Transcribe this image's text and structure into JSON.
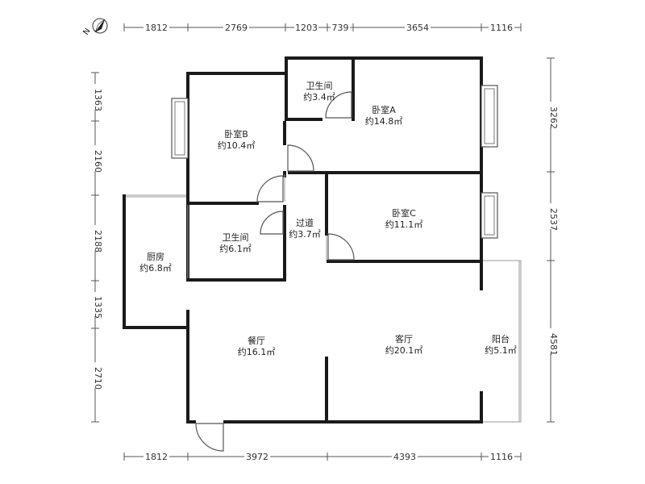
{
  "compass": {
    "label": "N"
  },
  "dims": {
    "top": [
      "1812",
      "2769",
      "1203",
      "739",
      "3654",
      "1116"
    ],
    "bottom": [
      "1812",
      "3972",
      "4393",
      "1116"
    ],
    "left": [
      "1363",
      "2160",
      "2188",
      "1335",
      "2710"
    ],
    "right": [
      "3262",
      "2537",
      "4581"
    ]
  },
  "rooms": {
    "bath_top": {
      "name": "卫生间",
      "area": "约3.4㎡"
    },
    "bedroom_a": {
      "name": "卧室A",
      "area": "约14.8㎡"
    },
    "bedroom_b": {
      "name": "卧室B",
      "area": "约10.4㎡"
    },
    "bedroom_c": {
      "name": "卧室C",
      "area": "约11.1㎡"
    },
    "corridor": {
      "name": "过道",
      "area": "约3.7㎡"
    },
    "bath_mid": {
      "name": "卫生间",
      "area": "约6.1㎡"
    },
    "kitchen": {
      "name": "厨房",
      "area": "约6.8㎡"
    },
    "dining": {
      "name": "餐厅",
      "area": "约16.1㎡"
    },
    "living": {
      "name": "客厅",
      "area": "约20.1㎡"
    },
    "balcony": {
      "name": "阳台",
      "area": "约5.1㎡"
    }
  }
}
